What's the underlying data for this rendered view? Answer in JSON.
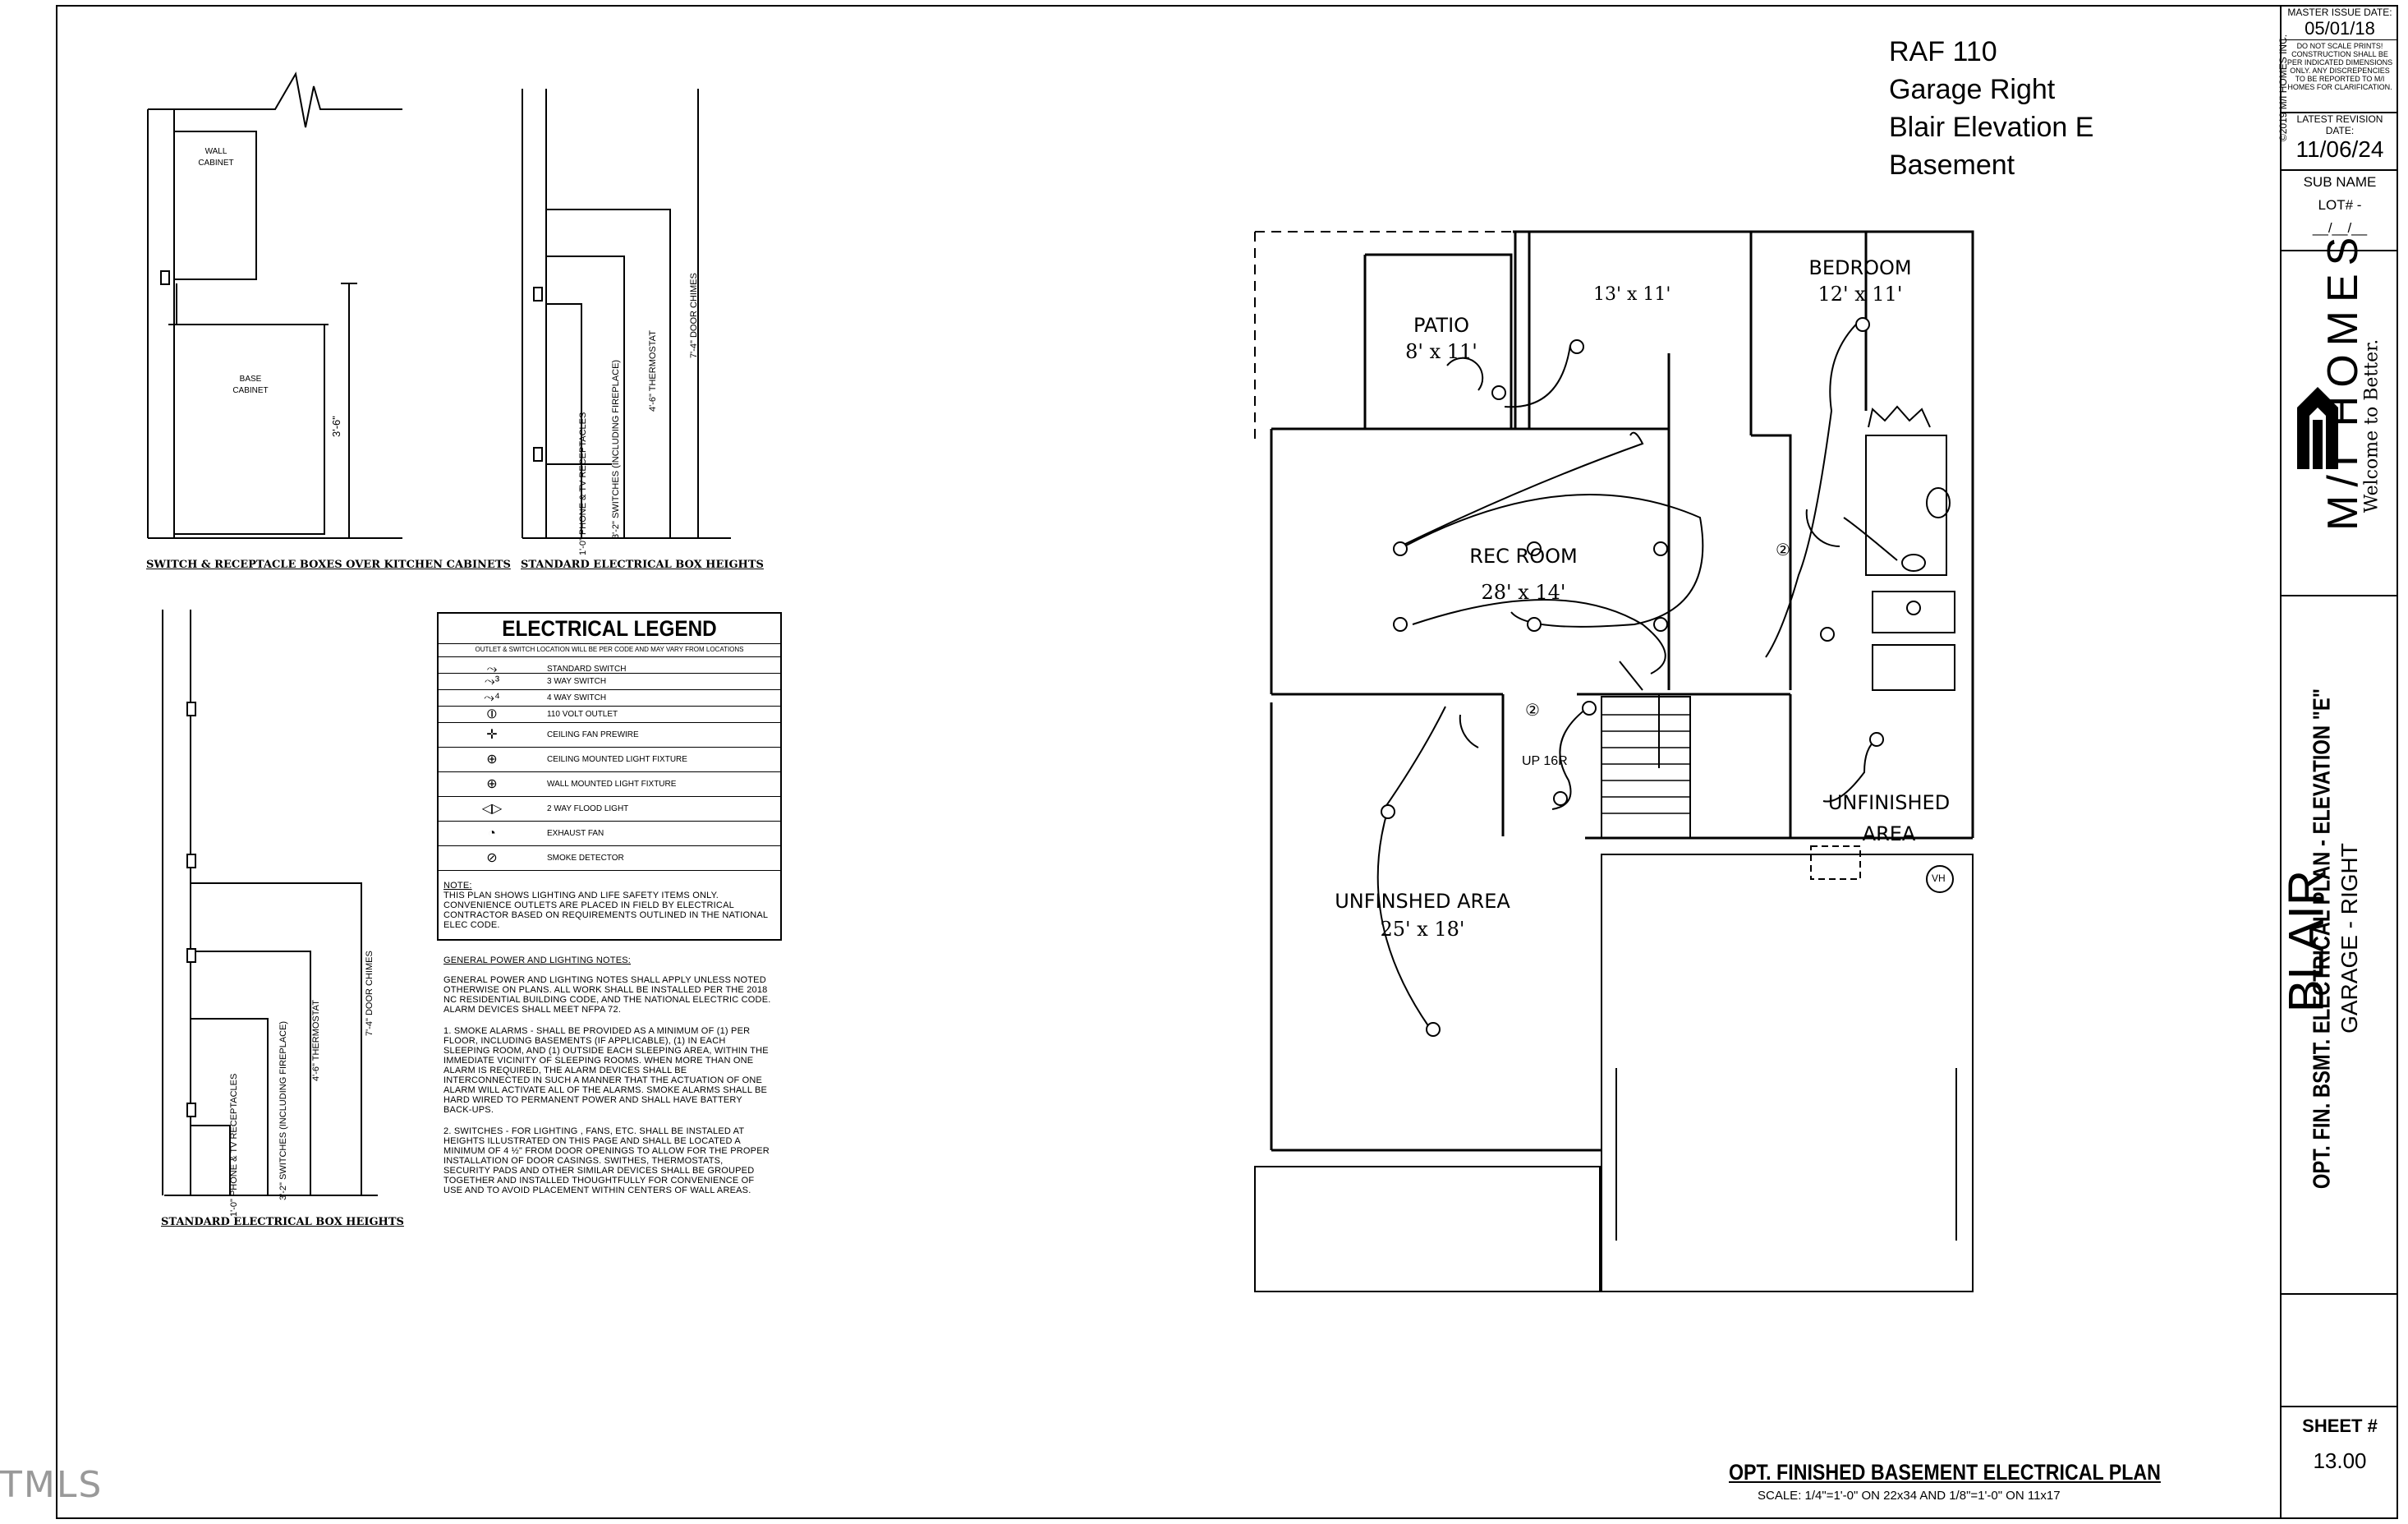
{
  "watermark": "TMLS",
  "header": {
    "lines": [
      "RAF 110",
      "Garage Right",
      "Blair Elevation E",
      "Basement"
    ]
  },
  "title_block": {
    "master_issue_label": "MASTER ISSUE DATE:",
    "master_issue_date": "05/01/18",
    "disclaimer": "DO NOT SCALE PRINTS! CONSTRUCTION SHALL BE PER INDICATED DIMENSIONS ONLY. ANY DISCREPENCIES TO BE REPORTED TO M/I HOMES FOR CLARIFICATION.",
    "latest_revision_label": "LATEST REVISION DATE:",
    "latest_revision_date": "11/06/24",
    "sub_name": "SUB NAME",
    "lot": "LOT# -",
    "date_blank": "__/__/__",
    "copyright": "©2019 M/I HOMES INC.",
    "brand": "M/I HOMES",
    "tagline": "Welcome to Better.",
    "plan_name": "BLAIR",
    "plan_sub": "GARAGE - RIGHT",
    "plan_desc": "OPT. FIN. BSMT. ELECTRICAL PLAN - ELEVATION \"E\"",
    "sheet_label": "SHEET #",
    "sheet_no": "13.00"
  },
  "details": {
    "kitchen_caption": "SWITCH & RECEPTACLE BOXES OVER KITCHEN CABINETS",
    "wall_cabinet": "WALL CABINET",
    "base_cabinet": "BASE CABINET",
    "kitchen_dim": "3'-6\"",
    "box_caption_1": "STANDARD ELECTRICAL BOX HEIGHTS",
    "box_caption_2": "STANDARD ELECTRICAL BOX HEIGHTS",
    "dims": {
      "door_chimes_h": "7'-4\"",
      "door_chimes": "DOOR CHIMES",
      "thermostat_h": "4'-6\"",
      "thermostat": "THERMOSTAT",
      "switches_h": "3'-2\"",
      "switches": "SWITCHES (INCLUDING FIREPLACE)",
      "phone_h": "1'-0\"",
      "phone": "PHONE & TV RECEPTACLES"
    }
  },
  "legend": {
    "title": "ELECTRICAL LEGEND",
    "subtitle": "OUTLET & SWITCH LOCATION WILL BE PER CODE AND MAY VARY FROM LOCATIONS",
    "items": [
      {
        "symbol": "⤳",
        "label": "STANDARD SWITCH"
      },
      {
        "symbol": "⤳³",
        "label": "3 WAY SWITCH"
      },
      {
        "symbol": "⤳⁴",
        "label": "4 WAY SWITCH"
      },
      {
        "symbol": "⦶",
        "label": "110 VOLT OUTLET"
      },
      {
        "symbol": "✛",
        "label": "CEILING FAN PREWIRE"
      },
      {
        "symbol": "⊕",
        "label": "CEILING MOUNTED LIGHT FIXTURE"
      },
      {
        "symbol": "⊕",
        "label": "WALL MOUNTED LIGHT FIXTURE"
      },
      {
        "symbol": "◁▷",
        "label": "2 WAY FLOOD LIGHT"
      },
      {
        "symbol": "◔",
        "label": "EXHAUST FAN"
      },
      {
        "symbol": "⊘",
        "label": "SMOKE DETECTOR"
      }
    ],
    "note_label": "NOTE:",
    "note": "THIS PLAN SHOWS LIGHTING AND LIFE SAFETY ITEMS ONLY. CONVENIENCE OUTLETS ARE PLACED IN FIELD BY ELECTRICAL CONTRACTOR BASED ON REQUIREMENTS OUTLINED IN THE NATIONAL ELEC CODE."
  },
  "general_notes": {
    "heading": "GENERAL POWER AND LIGHTING NOTES:",
    "intro": "GENERAL POWER AND LIGHTING NOTES SHALL APPLY UNLESS NOTED OTHERWISE ON PLANS. ALL WORK SHALL BE INSTALLED PER THE 2018 NC RESIDENTIAL BUILDING CODE, AND THE NATIONAL ELECTRIC CODE. ALARM DEVICES SHALL MEET NFPA 72.",
    "item1": "1.    SMOKE ALARMS - SHALL BE PROVIDED AS A MINIMUM OF (1) PER FLOOR, INCLUDING BASEMENTS (IF APPLICABLE), (1) IN EACH SLEEPING ROOM, AND (1) OUTSIDE EACH SLEEPING AREA, WITHIN THE IMMEDIATE VICINITY OF SLEEPING ROOMS. WHEN MORE THAN ONE ALARM IS REQUIRED, THE ALARM DEVICES SHALL BE INTERCONNECTED IN SUCH A MANNER THAT THE ACTUATION OF ONE ALARM WILL ACTIVATE ALL OF THE ALARMS. SMOKE ALARMS SHALL BE HARD WIRED TO PERMANENT POWER AND SHALL HAVE BATTERY BACK-UPS.",
    "item2": "2.    SWITCHES - FOR LIGHTING , FANS, ETC. SHALL BE INSTALED AT HEIGHTS ILLUSTRATED ON THIS PAGE AND SHALL BE LOCATED A MINIMUM OF 4 ½\" FROM DOOR OPENINGS TO ALLOW FOR THE PROPER INSTALLATION OF DOOR CASINGS. SWITHES, THERMOSTATS, SECURITY PADS AND OTHER SIMILAR DEVICES SHALL BE GROUPED TOGETHER AND INSTALLED THOUGHTFULLY FOR CONVENIENCE OF USE AND TO AVOID PLACEMENT WITHIN CENTERS OF WALL AREAS."
  },
  "plan": {
    "rooms": {
      "patio": "PATIO",
      "patio_dim": "8' x 11'",
      "room13": "13' x 11'",
      "bedroom": "BEDROOM",
      "bedroom_dim": "12' x 11'",
      "rec": "REC ROOM",
      "rec_dim": "28' x 14'",
      "unfinished_left": "UNFINSHED AREA",
      "unfinished_left_dim": "25' x 18'",
      "unfinished_right_1": "UNFINISHED",
      "unfinished_right_2": "AREA",
      "stairs": "UP 16R",
      "wh": "VH",
      "smoke1": "②",
      "smoke2": "②"
    }
  },
  "footer": {
    "title": "OPT. FINISHED BASEMENT ELECTRICAL PLAN",
    "scale": "SCALE:  1/4\"=1'-0\"  ON  22x34  AND  1/8\"=1'-0\"  ON  11x17"
  }
}
